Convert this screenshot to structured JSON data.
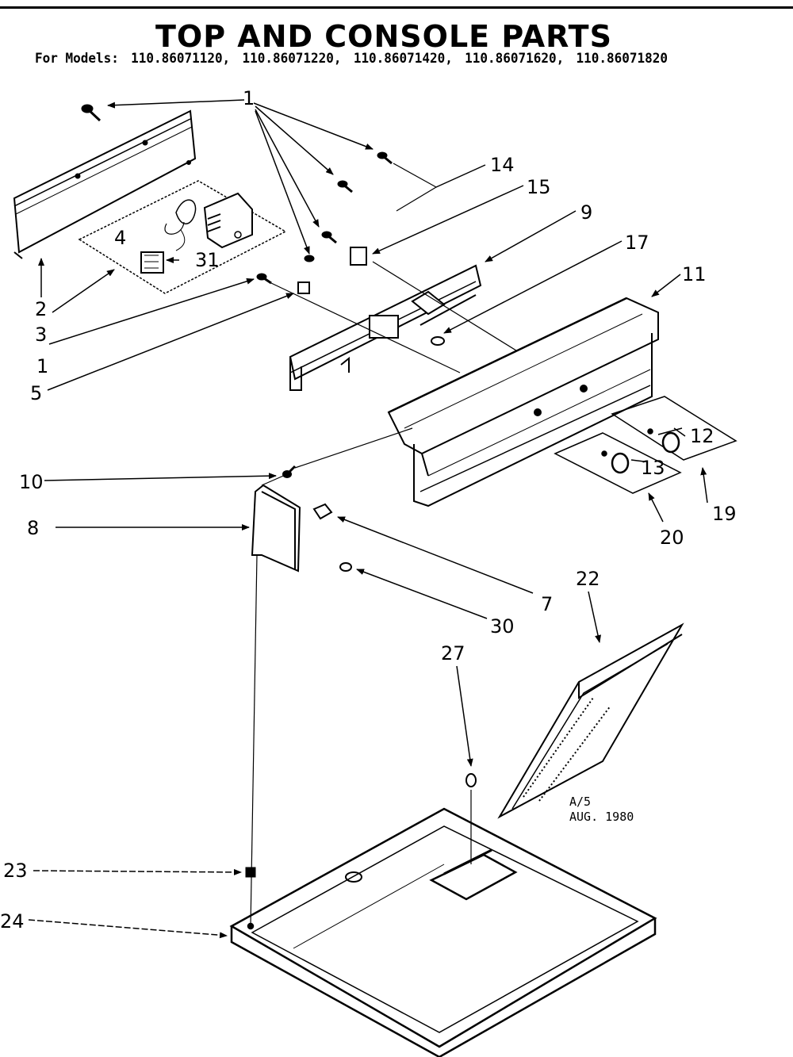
{
  "title": "TOP AND CONSOLE PARTS",
  "models": {
    "label": "For Models:",
    "list": [
      "110.86071120,",
      "110.86071220,",
      "110.86071420,",
      "110.86071620,",
      "110.86071820"
    ]
  },
  "callouts": [
    "1",
    "14",
    "15",
    "9",
    "17",
    "11",
    "4",
    "31",
    "2",
    "3",
    "1",
    "5",
    "12",
    "13",
    "19",
    "20",
    "10",
    "8",
    "7",
    "30",
    "22",
    "27",
    "23",
    "24"
  ],
  "stamp": {
    "line1": "A/5",
    "line2": "AUG. 1980"
  }
}
